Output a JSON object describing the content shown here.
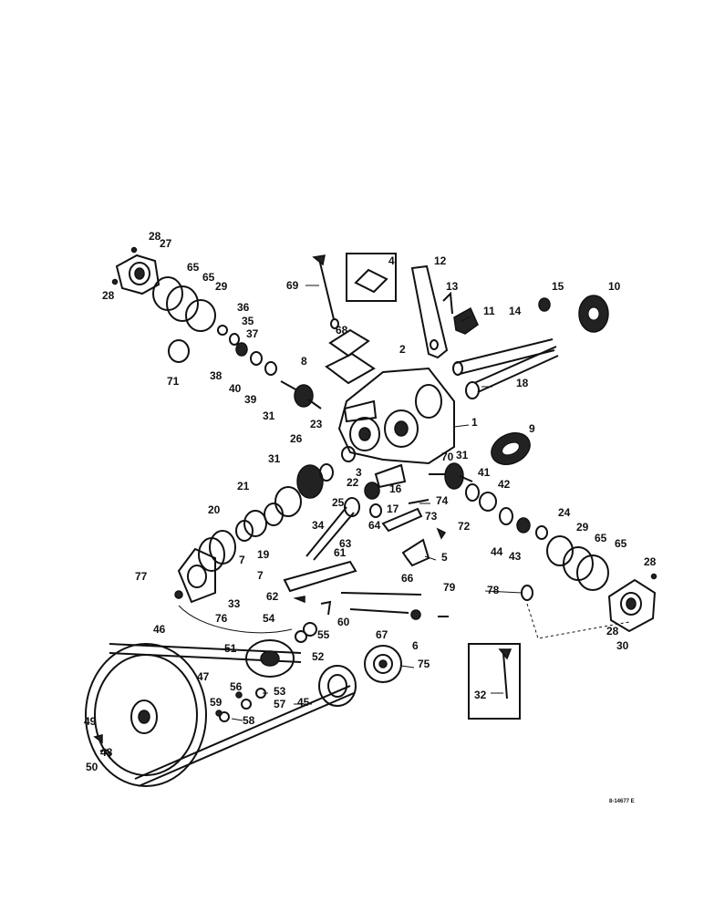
{
  "diagram": {
    "drawing_ref": "8-14677 E",
    "callouts": [
      {
        "id": "c28a",
        "text": "28"
      },
      {
        "id": "c27",
        "text": "27"
      },
      {
        "id": "c28b",
        "text": "28"
      },
      {
        "id": "c65a",
        "text": "65"
      },
      {
        "id": "c65b",
        "text": "65"
      },
      {
        "id": "c29a",
        "text": "29"
      },
      {
        "id": "c36",
        "text": "36"
      },
      {
        "id": "c35",
        "text": "35"
      },
      {
        "id": "c37",
        "text": "37"
      },
      {
        "id": "c71",
        "text": "71"
      },
      {
        "id": "c38",
        "text": "38"
      },
      {
        "id": "c40",
        "text": "40"
      },
      {
        "id": "c39",
        "text": "39"
      },
      {
        "id": "c31a",
        "text": "31"
      },
      {
        "id": "c69",
        "text": "69"
      },
      {
        "id": "c4",
        "text": "4"
      },
      {
        "id": "c12",
        "text": "12"
      },
      {
        "id": "c13",
        "text": "13"
      },
      {
        "id": "c11",
        "text": "11"
      },
      {
        "id": "c14",
        "text": "14"
      },
      {
        "id": "c15",
        "text": "15"
      },
      {
        "id": "c10",
        "text": "10"
      },
      {
        "id": "c68",
        "text": "68"
      },
      {
        "id": "c2",
        "text": "2"
      },
      {
        "id": "c8",
        "text": "8"
      },
      {
        "id": "c18",
        "text": "18"
      },
      {
        "id": "c1",
        "text": "1"
      },
      {
        "id": "c9",
        "text": "9"
      },
      {
        "id": "c23",
        "text": "23"
      },
      {
        "id": "c26",
        "text": "26"
      },
      {
        "id": "c31b",
        "text": "31"
      },
      {
        "id": "c31c",
        "text": "31"
      },
      {
        "id": "c70",
        "text": "70"
      },
      {
        "id": "c3",
        "text": "3"
      },
      {
        "id": "c16",
        "text": "16"
      },
      {
        "id": "c22",
        "text": "22"
      },
      {
        "id": "c17",
        "text": "17"
      },
      {
        "id": "c41",
        "text": "41"
      },
      {
        "id": "c42",
        "text": "42"
      },
      {
        "id": "c21",
        "text": "21"
      },
      {
        "id": "c25",
        "text": "25"
      },
      {
        "id": "c74",
        "text": "74"
      },
      {
        "id": "c20",
        "text": "20"
      },
      {
        "id": "c34",
        "text": "34"
      },
      {
        "id": "c64",
        "text": "64"
      },
      {
        "id": "c73",
        "text": "73"
      },
      {
        "id": "c24",
        "text": "24"
      },
      {
        "id": "c29b",
        "text": "29"
      },
      {
        "id": "c63",
        "text": "63"
      },
      {
        "id": "c72",
        "text": "72"
      },
      {
        "id": "c65c",
        "text": "65"
      },
      {
        "id": "c65d",
        "text": "65"
      },
      {
        "id": "c44",
        "text": "44"
      },
      {
        "id": "c43",
        "text": "43"
      },
      {
        "id": "c28c",
        "text": "28"
      },
      {
        "id": "c19",
        "text": "19"
      },
      {
        "id": "c5",
        "text": "5"
      },
      {
        "id": "c7a",
        "text": "7"
      },
      {
        "id": "c7b",
        "text": "7"
      },
      {
        "id": "c61",
        "text": "61"
      },
      {
        "id": "c77",
        "text": "77"
      },
      {
        "id": "c33",
        "text": "33"
      },
      {
        "id": "c66",
        "text": "66"
      },
      {
        "id": "c79",
        "text": "79"
      },
      {
        "id": "c78",
        "text": "78"
      },
      {
        "id": "c62",
        "text": "62"
      },
      {
        "id": "c76",
        "text": "76"
      },
      {
        "id": "c54",
        "text": "54"
      },
      {
        "id": "c60",
        "text": "60"
      },
      {
        "id": "c28d",
        "text": "28"
      },
      {
        "id": "c30a",
        "text": "30"
      },
      {
        "id": "c46",
        "text": "46"
      },
      {
        "id": "c55",
        "text": "55"
      },
      {
        "id": "c67",
        "text": "67"
      },
      {
        "id": "c6",
        "text": "6"
      },
      {
        "id": "c51",
        "text": "51"
      },
      {
        "id": "c52",
        "text": "52"
      },
      {
        "id": "c75",
        "text": "75"
      },
      {
        "id": "c47",
        "text": "47"
      },
      {
        "id": "c53",
        "text": "53"
      },
      {
        "id": "c56",
        "text": "56"
      },
      {
        "id": "c57",
        "text": "57"
      },
      {
        "id": "c45",
        "text": "45"
      },
      {
        "id": "c59",
        "text": "59"
      },
      {
        "id": "c58",
        "text": "58"
      },
      {
        "id": "c32",
        "text": "32"
      },
      {
        "id": "c49",
        "text": "49"
      },
      {
        "id": "c48",
        "text": "48"
      },
      {
        "id": "c50",
        "text": "50"
      }
    ]
  }
}
